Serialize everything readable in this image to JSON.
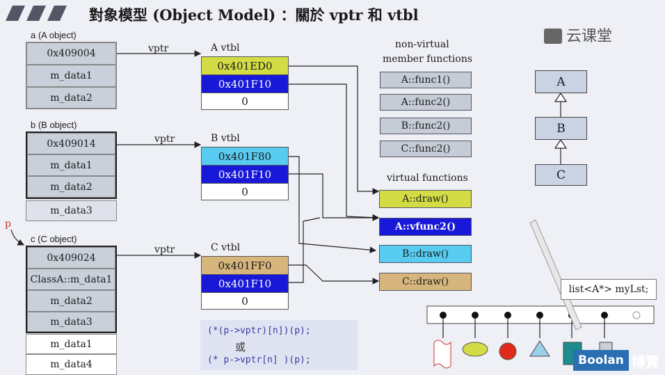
{
  "title": "對象模型 (Object Model) ：關於 vptr 和 vtbl",
  "brand": "云课堂",
  "objects": [
    {
      "label": "a (A object)",
      "cells": [
        "0x409004",
        "m_data1",
        "m_data2"
      ]
    },
    {
      "label": "b (B object)",
      "cells": [
        "0x409014",
        "m_data1",
        "m_data2",
        "m_data3"
      ]
    },
    {
      "label": "c (C object)",
      "cells": [
        "0x409024",
        "ClassA::m_data1",
        "m_data2",
        "m_data3",
        "m_data1",
        "m_data4"
      ]
    }
  ],
  "pointer_label": "p",
  "vptr_label": "vptr",
  "vtbls": [
    {
      "label": "A vtbl",
      "cells": [
        "0x401ED0",
        "0x401F10",
        "0"
      ]
    },
    {
      "label": "B vtbl",
      "cells": [
        "0x401F80",
        "0x401F10",
        "0"
      ]
    },
    {
      "label": "C vtbl",
      "cells": [
        "0x401FF0",
        "0x401F10",
        "0"
      ]
    }
  ],
  "nonvirtual": {
    "heading1": "non-virtual",
    "heading2": "member functions",
    "items": [
      "A::func1()",
      "A::func2()",
      "B::func2()",
      "C::func2()"
    ]
  },
  "virtual": {
    "heading": "virtual functions",
    "items": [
      "A::draw()",
      "A::vfunc2()",
      "B::draw()",
      "C::draw()"
    ]
  },
  "hierarchy": [
    "A",
    "B",
    "C"
  ],
  "code": {
    "line1": "(*(p->vptr)[n])(p);",
    "or": "或",
    "line2": "(* p->vptr[n] )(p);"
  },
  "mylist": "list<A*> myLst;",
  "boolan": "Boolan",
  "boolan_cn": "博覽",
  "colors": {
    "yellow": "#d4dc45",
    "blue": "#1818d8",
    "cyan": "#57cbf0",
    "tan": "#d6b67d",
    "grey": "#c9d0da"
  }
}
